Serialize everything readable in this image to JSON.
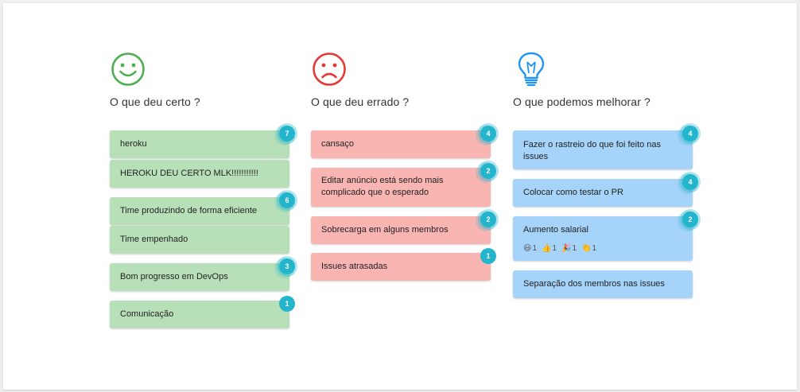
{
  "colors": {
    "good": "#b8e0b8",
    "bad": "#f9b5b2",
    "improve": "#a5d3f9",
    "vote_badge": "#23b5cc",
    "good_icon": "#4caf50",
    "bad_icon": "#e53935",
    "improve_icon": "#2196f3"
  },
  "columns": {
    "good": {
      "icon": "smile-icon",
      "title": "O que deu certo ?",
      "cards": [
        {
          "text": "heroku",
          "votes": "7"
        },
        {
          "text": "HEROKU DEU CERTO MLK!!!!!!!!!!!",
          "votes": ""
        },
        {
          "text": "Time produzindo de forma eficiente",
          "votes": "6"
        },
        {
          "text": "Time empenhado",
          "votes": ""
        },
        {
          "text": "Bom progresso em DevOps",
          "votes": "3"
        },
        {
          "text": "Comunicação",
          "votes": "1"
        }
      ]
    },
    "bad": {
      "icon": "sad-face-icon",
      "title": "O que deu errado ?",
      "cards": [
        {
          "text": "cansaço",
          "votes": "4"
        },
        {
          "text": "Editar anúncio está sendo mais complicado que o esperado",
          "votes": "2"
        },
        {
          "text": "Sobrecarga em alguns membros",
          "votes": "2"
        },
        {
          "text": "Issues atrasadas",
          "votes": "1"
        }
      ]
    },
    "improve": {
      "icon": "lightbulb-icon",
      "title": "O que podemos melhorar ?",
      "cards": [
        {
          "text": "Fazer o rastreio do que foi feito nas issues",
          "votes": "4"
        },
        {
          "text": "Colocar como testar o PR",
          "votes": "4"
        },
        {
          "text": "Aumento salarial",
          "votes": "2",
          "reactions": [
            {
              "emoji": "😃",
              "count": "1"
            },
            {
              "emoji": "👍",
              "count": "1"
            },
            {
              "emoji": "🎉",
              "count": "1"
            },
            {
              "emoji": "👏",
              "count": "1"
            }
          ]
        },
        {
          "text": "Separação dos membros nas issues",
          "votes": ""
        }
      ]
    }
  }
}
